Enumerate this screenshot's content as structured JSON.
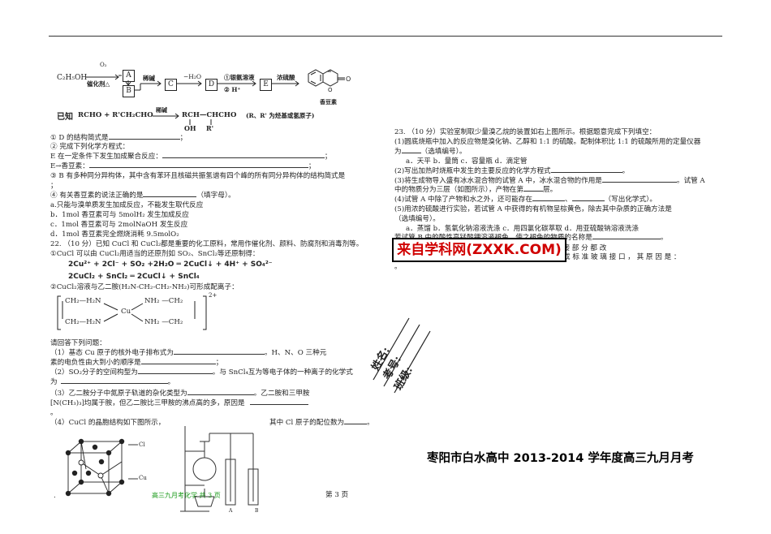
{
  "header_mark": ".",
  "scheme": {
    "start": "C₂H₅OH",
    "reagent_o2": "O₂",
    "catalyst": "催化剂△",
    "box_a": "A",
    "box_b": "B",
    "reagent_dilute_base": "稀碱",
    "box_c": "C",
    "reagent_minus_h2o": "−H₂O",
    "box_d": "D",
    "step_silver": "①银氨溶液",
    "step_h": "②   H⁺",
    "box_e": "E",
    "reagent_conc_acid": "浓硫酸",
    "product_name": "香豆素",
    "known_label": "已知",
    "known_reaction_left": "RCHO + R'CH₂CHO",
    "known_reagent": "稀碱",
    "known_reaction_right": "RCH—CHCHO",
    "known_condition": "(R、R' 为烃基或氢原子)",
    "known_oh": "OH",
    "known_r": "R'"
  },
  "left_questions": {
    "q1": "① D 的结构简式是",
    "q1_end": "；",
    "q2": "② 完成下列化学方程式：",
    "q2a": "E 在一定条件下发生加成聚合反应：",
    "q2a_end": "；",
    "q2b": "E→香豆素：",
    "q2b_end": "；",
    "q3": "③ B 有多种同分异构体，其中含有苯环且核磁共振氢谱有四个峰的所有同分异构体的结构简式是",
    "q3_end": "；",
    "q4": "④ 有关香豆素的说法正确的是",
    "q4_end": "（填字母）。",
    "q4a": "a.只能与溴单质发生加成反应，不能发生取代反应",
    "q4b": "b．1mol 香豆素可与 5molH₂ 发生加成反应",
    "q4c": "c．1mol 香豆素可与 2molNaOH 发生反应",
    "q4d": "d．1mol 香豆素完全燃烧消耗 9.5molO₂",
    "q22": "22. （10 分）已知 CuCl 和 CuCl₂都是重要的化工原料，常用作催化剂、颜料、防腐剂和消毒剂等。",
    "q22_1": "①CuCl 可以由 CuCl₂用适当的还原剂如 SO₂、SnCl₂等还原制得：",
    "eq1": "2Cu²⁺ + 2Cl⁻ + SO₂ +2H₂O ═ 2CuCl↓ + 4H⁺ + SO₄²⁻",
    "eq2": "2CuCl₂ + SnCl₂ ═ 2CuCl↓ + SnCl₄",
    "q22_2": "②CuCl₂溶液与乙二胺(H₂N-CH₂-CH₂-NH₂)可形成配离子：",
    "complex_left_top": "CH₂—H₂N",
    "complex_left_bottom": "CH₂—H₂N",
    "complex_center": "Cu",
    "complex_right_top": "NH₂ —CH₂",
    "complex_right_bottom": "NH₂ —CH₂",
    "complex_charge": "2+",
    "answer_intro": "请回答下列问题：",
    "a1": "（1）基态 Cu 原子的核外电子排布式为",
    "a1_mid": "。H、N、O 三种元",
    "a1_line2": "素的电负性由大到小的顺序是",
    "a1_end": "；",
    "a2": "（2）SO₂分子的空间构型为",
    "a2_mid": "。与 SnCl₄互为等电子体的一种离子的化学式",
    "a2_line2": "为",
    "a2_end": "。",
    "a3": "（3）乙二胺分子中氮原子轨道的杂化类型为",
    "a3_mid": "。乙二胺和三甲胺",
    "a3_line2": "[N(CH₃)₃]均属于胺，但乙二胺比三甲胺的沸点高的多，原因是",
    "a3_end": "。",
    "a4": "（4）CuCl 的晶胞结构如下图所示，",
    "a4_mid": "其中 Cl 原子的配位数为",
    "a4_end": "。",
    "lattice_cl": "Cl",
    "lattice_cu": "Cu"
  },
  "right_questions": {
    "q23": "23. （10 分）实验室制取少量溴乙烷的装置如右上图所示。根据题意完成下列填空：",
    "r1": "(1)圆底烧瓶中加入的反应物是溴化钠、乙醇和 1:1 的硫酸。配制体积比 1:1 的硫酸所用的定量仪器",
    "r1_line2_a": "为",
    "r1_line2_b": "（选填编号）。",
    "r1_opts": "a．天平        b．量筒        c．容量瓶        d．滴定管",
    "r2": "(2)写出加热时烧瓶中发生的主要反应的化学方程式",
    "r2_end": "。",
    "r3": "(3)将生成物导入盛有冰水混合物的试管 A 中，冰水混合物的作用是",
    "r3_tail": "。试管 A",
    "r3_line2": "中的物质分为三层（如图所示），产物在第",
    "r3_line2_end": "层。",
    "r4": "(4)试管 A 中除了产物和水之外，还可能存在",
    "r4_mid": "、",
    "r4_end": "（写出化学式）。",
    "r5": "(5)用浓的硫酸进行实验，若试管 A 中获得的有机物呈棕黄色，除去其中杂质的正确方法是",
    "r5_line2": "（选填编号）。",
    "r5_opts": "a．蒸馏        b．氢氧化钠溶液洗涤        c．用四氯化碳萃取        d．用亚硫酸钠溶液洗涤",
    "r5_line4": "若试管 B 中的酸性高锰酸钾溶液褪色，使之褪色的物质的名称是",
    "r5_line4_end": "。",
    "r6": "(6)   实   验   员   老   师   建   议   把   上   述   装   置   中   的   仪   器   连   接   部   分   都   改",
    "r6_line2": "成   标   准   玻   璃   接   口   ，   其   原   因   是   ：",
    "r6_end": "。",
    "watermark": "来自学科网(ZXXK.COM)"
  },
  "binding": {
    "name_label": "姓名:",
    "id_label": "考号:",
    "class_label": "班级:"
  },
  "exam_title": "枣阳市白水高中 2013-2014 学年度高三九月月考",
  "footer": {
    "dot": ".",
    "left_label": "高三九月考化学",
    "left_pages": "共 3 页",
    "page": "第 3 页",
    "tube_a": "A",
    "tube_b": "B"
  }
}
